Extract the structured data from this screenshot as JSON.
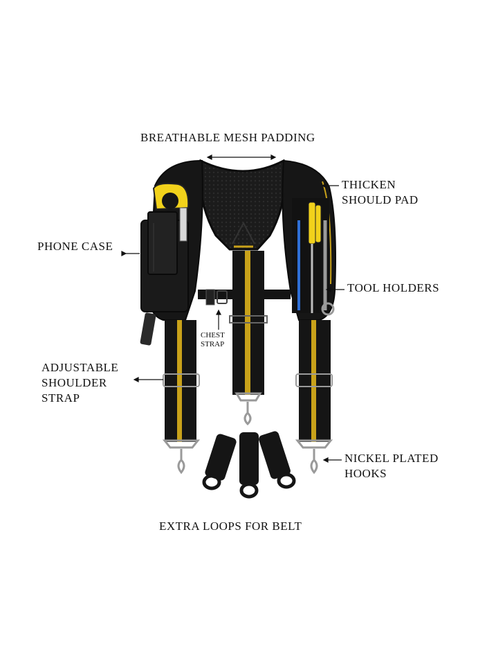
{
  "callouts": {
    "mesh_padding": "BREATHABLE MESH PADDING",
    "shoulder_pad": "THICKEN\nSHOULD PAD",
    "phone_case": "PHONE CASE",
    "tool_holders": "TOOL HOLDERS",
    "chest_strap": "CHEST\nSTRAP",
    "adjustable_strap": "ADJUSTABLE\nSHOULDER\nSTRAP",
    "hooks": "NICKEL PLATED\nHOOKS",
    "extra_loops": "EXTRA LOOPS FOR BELT"
  },
  "colors": {
    "strap": "#151515",
    "stripe": "#c9a21a",
    "tape_yellow": "#f2d21b",
    "metal": "#9a9a9a",
    "screwdriver_blue": "#2f6fd6"
  }
}
